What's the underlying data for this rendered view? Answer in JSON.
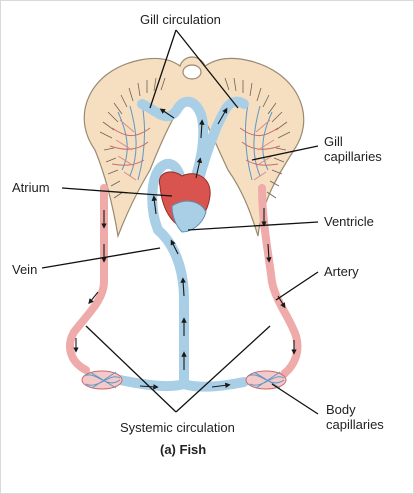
{
  "labels": {
    "gill_circulation": "Gill circulation",
    "gill_capillaries": [
      "Gill",
      "capillaries"
    ],
    "atrium": "Atrium",
    "ventricle": "Ventricle",
    "vein": "Vein",
    "artery": "Artery",
    "systemic_circulation": "Systemic circulation",
    "body_capillaries": [
      "Body",
      "capillaries"
    ],
    "caption": "(a) Fish"
  },
  "colors": {
    "gill_tissue": "#f6dfc0",
    "gill_outline": "#9a8a72",
    "deoxygenated_vessel": "#a9cfe6",
    "oxygenated_vessel": "#efaaaa",
    "heart": "#d9534f",
    "arrow": "#1a1a1a",
    "leader_line": "#111111"
  }
}
